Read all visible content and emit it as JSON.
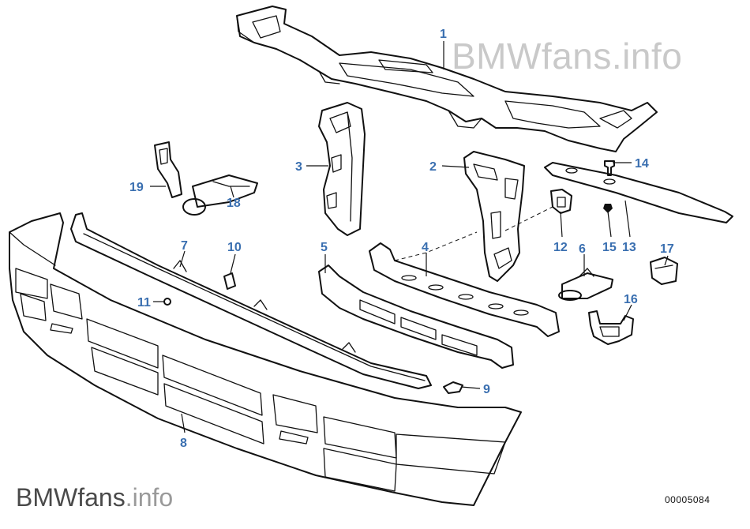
{
  "watermark": {
    "top": "BMWfans.info",
    "bottom_main": "BMWfans",
    "bottom_suffix": ".info"
  },
  "drawing_number": "00005084",
  "callouts": [
    "1",
    "2",
    "3",
    "4",
    "5",
    "6",
    "7",
    "8",
    "9",
    "10",
    "11",
    "12",
    "13",
    "14",
    "15",
    "16",
    "17",
    "18",
    "19"
  ]
}
